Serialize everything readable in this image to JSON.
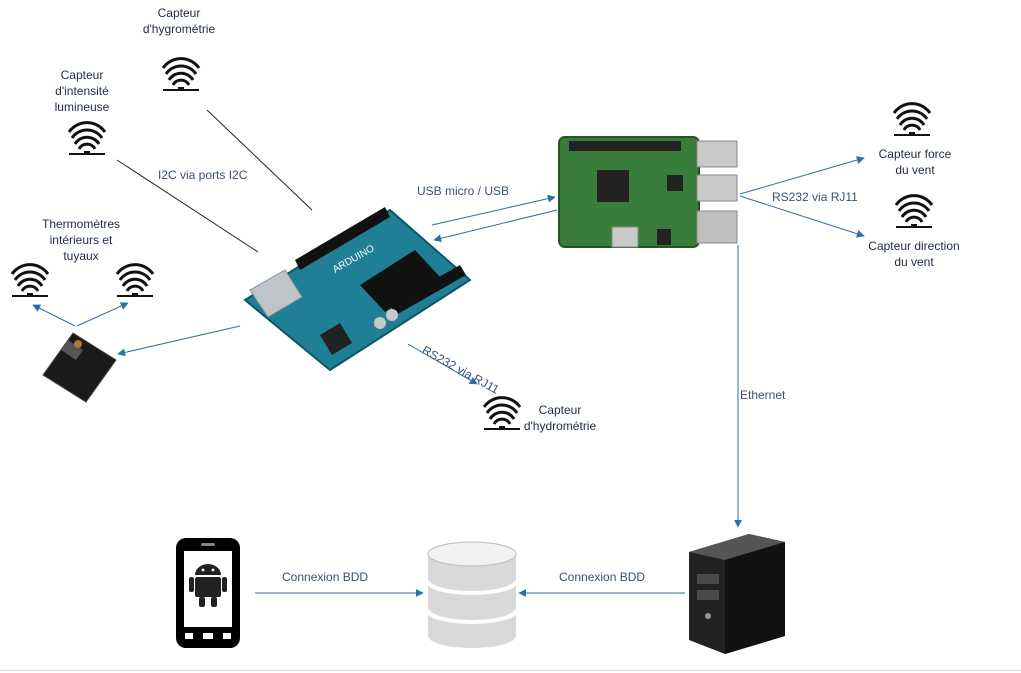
{
  "nodes": {
    "hygro_top": "Capteur\nd'hygrométrie",
    "light": "Capteur\nd'intensité\nlumineuse",
    "thermo": "Thermomètres\nintérieurs et\ntuyaux",
    "wind_force": "Capteur force\ndu vent",
    "wind_dir": "Capteur direction\ndu vent",
    "hydro": "Capteur\nd'hydrométrie"
  },
  "connections": {
    "i2c": "I2C via ports I2C",
    "usb": "USB micro / USB",
    "rs232_right": "RS232 via RJ11",
    "rs232_diag": "RS232 via RJ11",
    "ethernet": "Ethernet",
    "bdd_left": "Connexion BDD",
    "bdd_right": "Connexion BDD"
  },
  "colors": {
    "arrow": "#2e6fa8",
    "line": "#222222",
    "arduino": "#1f7f95",
    "raspberry": "#3a7d3a"
  }
}
